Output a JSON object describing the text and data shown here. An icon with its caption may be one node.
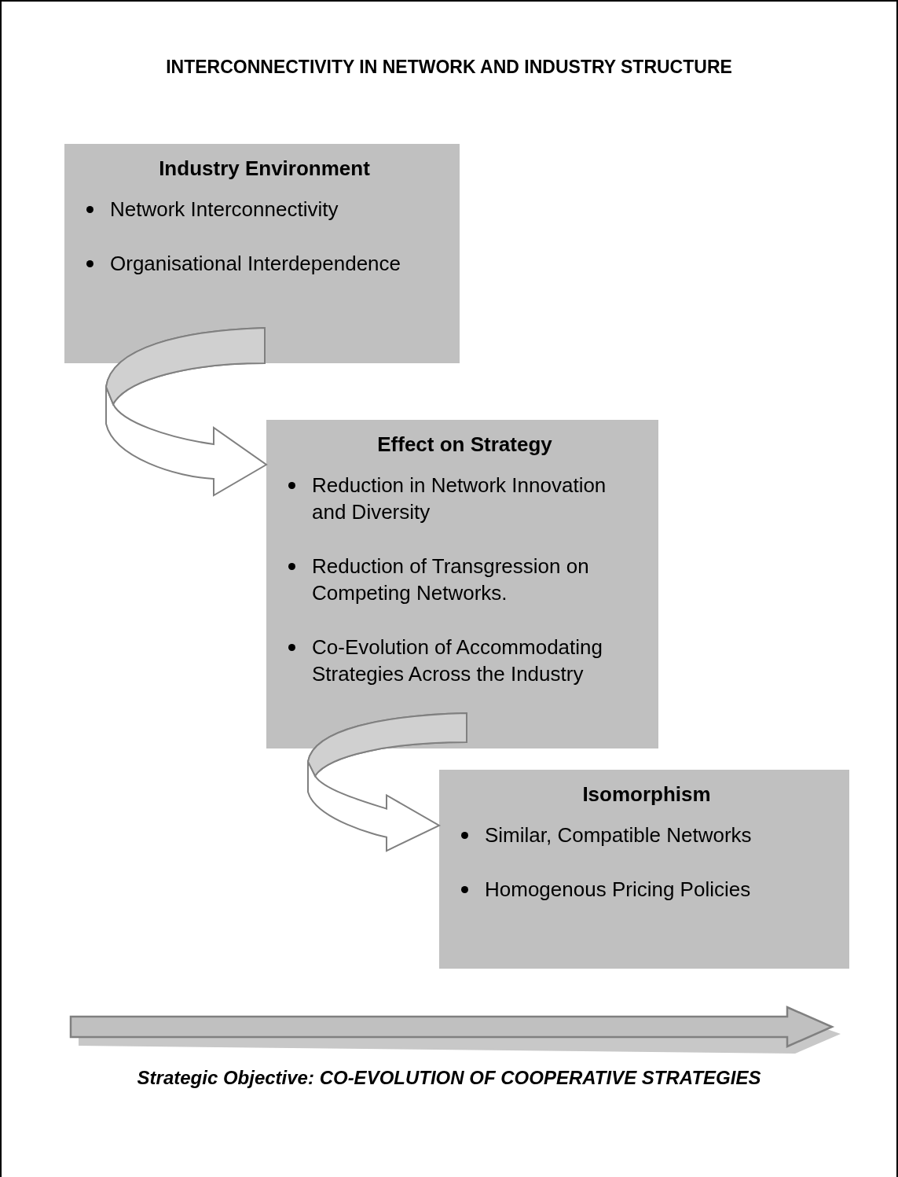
{
  "diagram": {
    "title": "INTERCONNECTIVITY IN NETWORK AND INDUSTRY STRUCTURE",
    "caption": "Strategic Objective: CO-EVOLUTION OF COOPERATIVE STRATEGIES",
    "nodes": [
      {
        "text": [
          "Industry Environment",
          "Network Interconnectivity",
          "Organisational Interdependence"
        ]
      },
      {
        "text": [
          "Effect on Strategy",
          "Reduction in Network Innovation and Diversity",
          "Reduction of Transgression on Competing Networks.",
          "Co-Evolution of Accommodating Strategies Across the Industry"
        ]
      },
      {
        "text": [
          "Isomorphism",
          "Similar, Compatible Networks",
          "Homogenous Pricing Policies"
        ]
      }
    ],
    "edges": [
      {
        "from": 0,
        "to": 1,
        "arrow": "to"
      },
      {
        "from": 1,
        "to": 2,
        "arrow": "to"
      }
    ]
  }
}
